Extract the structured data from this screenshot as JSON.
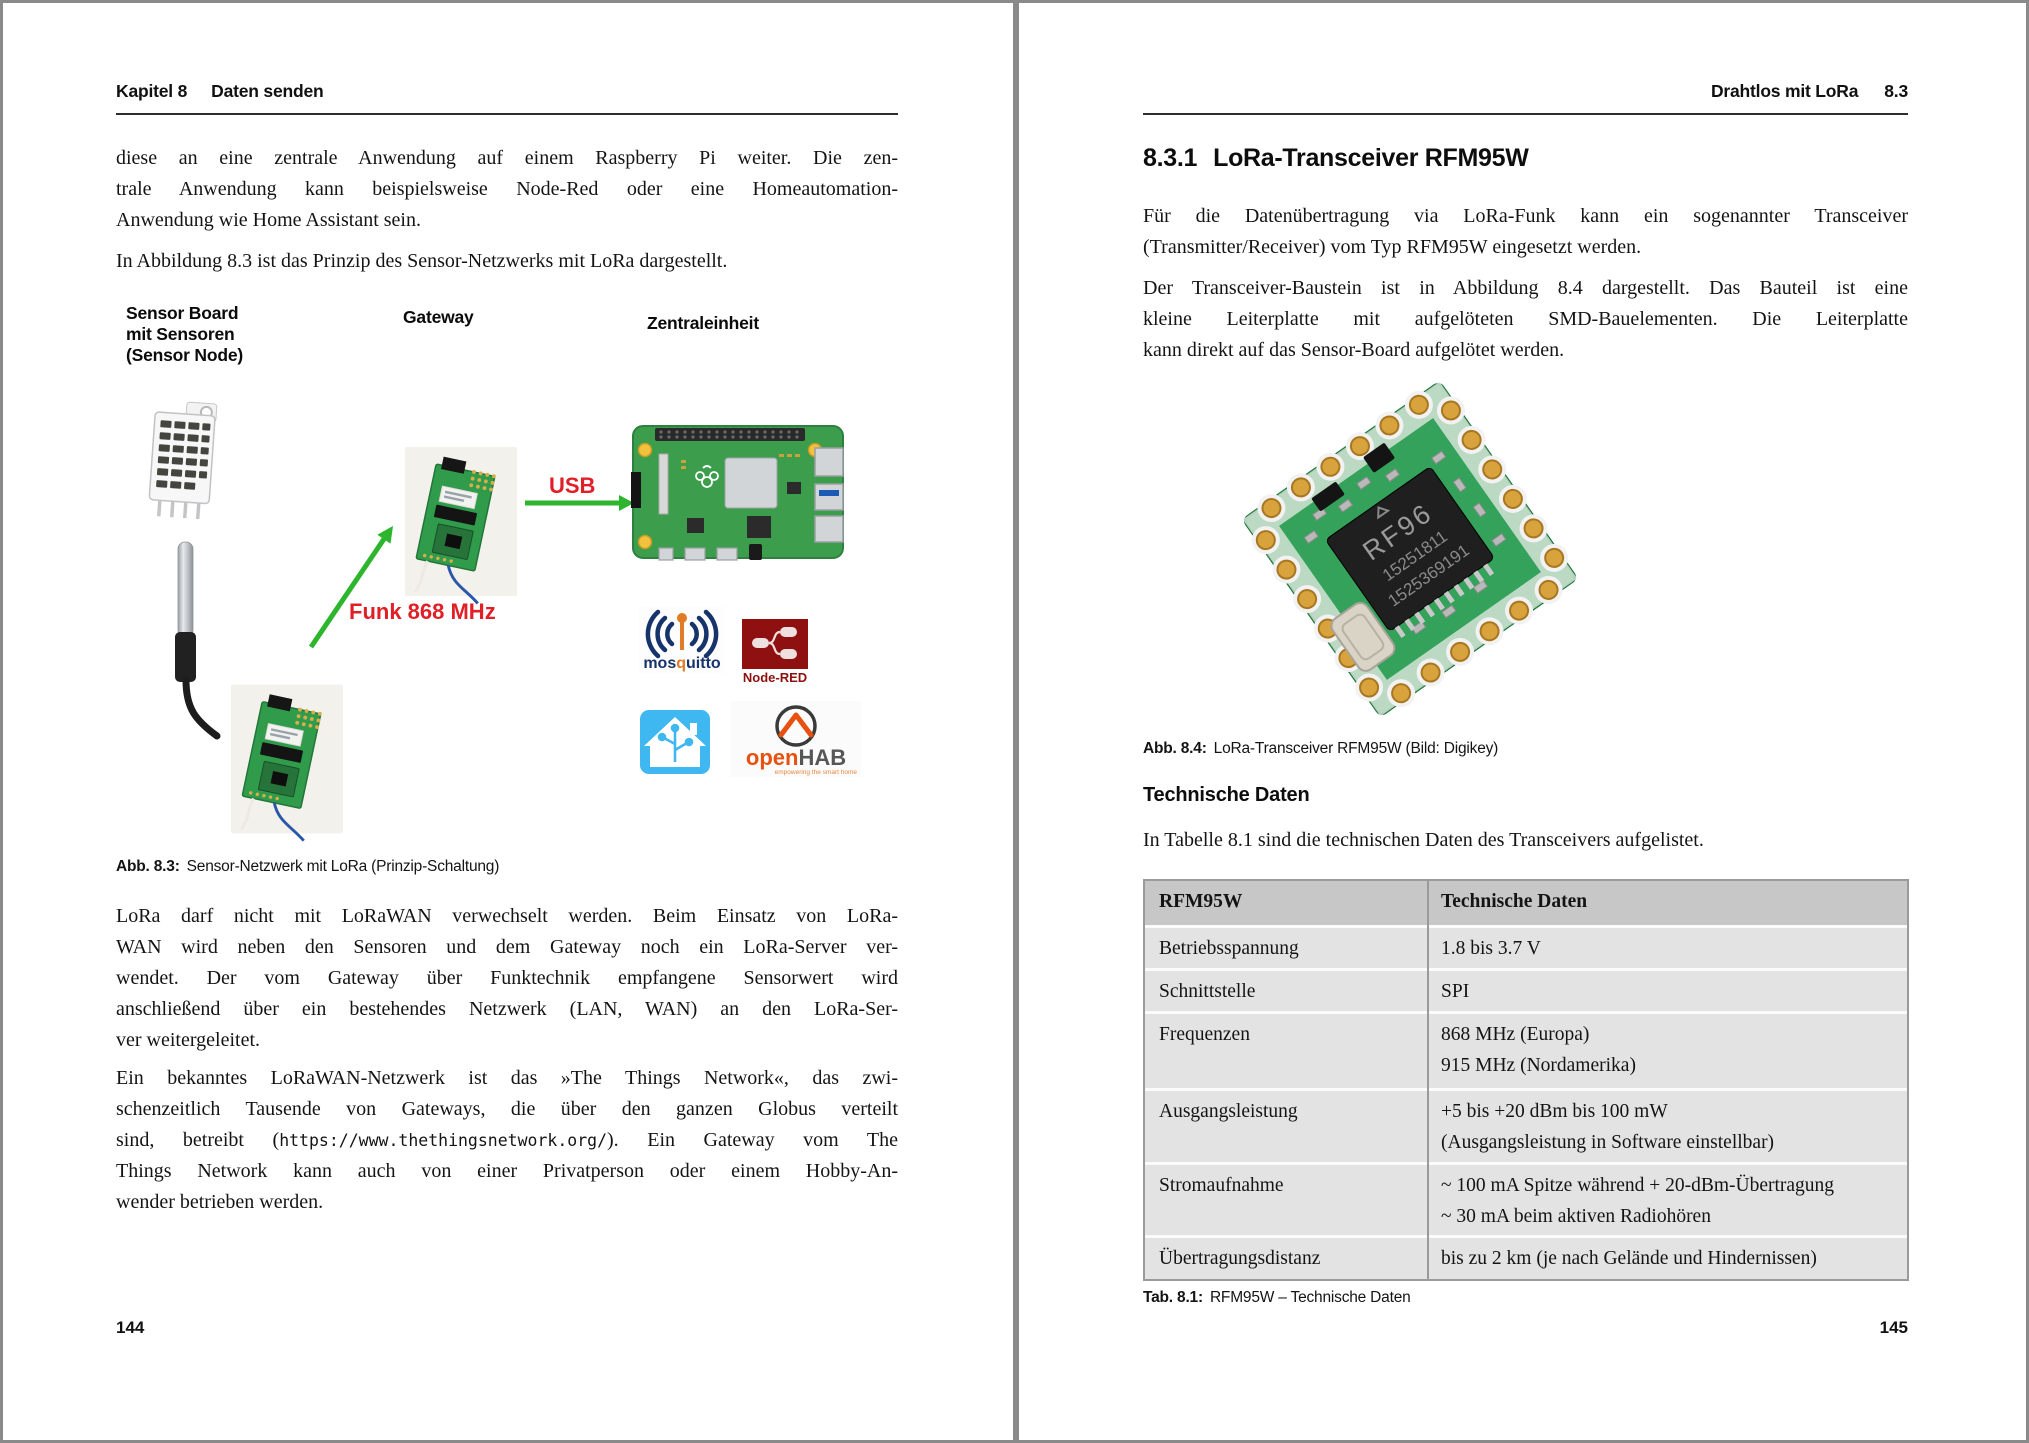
{
  "left_page": {
    "header": {
      "chapter": "Kapitel 8",
      "title": "Daten senden"
    },
    "p1": [
      "diese an eine zentrale Anwendung auf einem Raspberry Pi weiter. Die zen-",
      "trale Anwendung kann beispielsweise Node-Red oder eine Homeautomation-",
      "Anwendung wie Home Assistant sein."
    ],
    "p2": "In Abbildung 8.3 ist das Prinzip des Sensor-Netzwerks mit LoRa dargestellt.",
    "figure": {
      "label_sensor_board": "Sensor Board\nmit Sensoren\n(Sensor Node)",
      "label_gateway": "Gateway",
      "label_zentraleinheit": "Zentraleinheit",
      "arrow_funk": "Funk 868 MHz",
      "arrow_usb": "USB",
      "logo_mosquitto": {
        "pre": "mos",
        "q": "q",
        "post": "uitto"
      },
      "logo_nodered": "Node-RED",
      "logo_openhab": {
        "open": "open",
        "hab": "HAB",
        "tagline": "empowering the smart home"
      }
    },
    "caption": {
      "label": "Abb. 8.3:",
      "text": "Sensor-Netzwerk mit LoRa (Prinzip-Schaltung)"
    },
    "p3": [
      "LoRa darf nicht mit LoRaWAN verwechselt werden. Beim Einsatz von LoRa-",
      "WAN wird neben den Sensoren und dem Gateway noch ein LoRa-Server ver-",
      "wendet. Der vom Gateway über Funktechnik empfangene Sensorwert wird",
      "anschließend über ein bestehendes Netzwerk (LAN, WAN) an den LoRa-Ser-",
      "ver weitergeleitet."
    ],
    "p4": {
      "l1": "Ein bekanntes LoRaWAN-Netzwerk ist das »The Things Network«, das zwi-",
      "l2": "schenzeitlich Tausende von Gateways, die über den ganzen Globus verteilt",
      "l3a": "sind, betreibt (",
      "url": "https://www.thethingsnetwork.org/",
      "l3b": "). Ein Gateway vom The",
      "l4": "Things Network kann auch von einer Privatperson oder einem Hobby-An-",
      "l5": "wender betrieben werden."
    },
    "page_number": "144"
  },
  "right_page": {
    "header": {
      "title": "Drahtlos mit LoRa",
      "section": "8.3"
    },
    "heading": {
      "number": "8.3.1",
      "title": "LoRa-Transceiver RFM95W"
    },
    "p1": [
      "Für die Datenübertragung via LoRa-Funk kann ein sogenannter Transceiver",
      "(Transmitter/Receiver) vom Typ RFM95W eingesetzt werden."
    ],
    "p2": [
      "Der Transceiver-Baustein ist in Abbildung 8.4 dargestellt. Das Bauteil ist eine",
      "kleine Leiterplatte mit aufgelöteten SMD-Bauelementen. Die Leiterplatte",
      "kann direkt auf das Sensor-Board aufgelötet werden."
    ],
    "chip": {
      "line1": "RF96",
      "line2": "15251811",
      "line3": "1525369191"
    },
    "figure_caption": {
      "label": "Abb. 8.4:",
      "text": "LoRa-Transceiver RFM95W (Bild: Digikey)"
    },
    "subheading": "Technische Daten",
    "p3": "In Tabelle 8.1 sind die technischen Daten des Transceivers aufgelistet.",
    "table": {
      "header": [
        "RFM95W",
        "Technische Daten"
      ],
      "rows": [
        {
          "key": "Betriebsspannung",
          "value": "1.8 bis 3.7 V"
        },
        {
          "key": "Schnittstelle",
          "value": "SPI"
        },
        {
          "key": "Frequenzen",
          "value": "868 MHz (Europa)\n915 MHz (Nordamerika)"
        },
        {
          "key": "Ausgangsleistung",
          "value": "+5 bis +20 dBm bis 100 mW\n(Ausgangsleistung in Software einstellbar)"
        },
        {
          "key": "Stromaufnahme",
          "value": "~ 100 mA Spitze während + 20-dBm-Übertragung\n~ 30 mA beim aktiven Radiohören"
        },
        {
          "key": "Übertragungsdistanz",
          "value": "bis zu 2 km (je nach Gelände und Hindernissen)"
        }
      ]
    },
    "table_caption": {
      "label": "Tab. 8.1:",
      "text": "RFM95W – Technische Daten"
    },
    "page_number": "145"
  },
  "colors": {
    "accent_red": "#e01f26",
    "arrow_green": "#2db52d",
    "table_header_bg": "#c7c7c7",
    "table_row_bg": "#e3e3e3",
    "pcb_green": "#2f9b4b",
    "mosquitto_blue": "#16336b",
    "mosquitto_orange": "#e07b26",
    "nodered_maroon": "#8f1010",
    "home_assistant_blue": "#3fb7f0",
    "openhab_orange": "#e8500f"
  }
}
